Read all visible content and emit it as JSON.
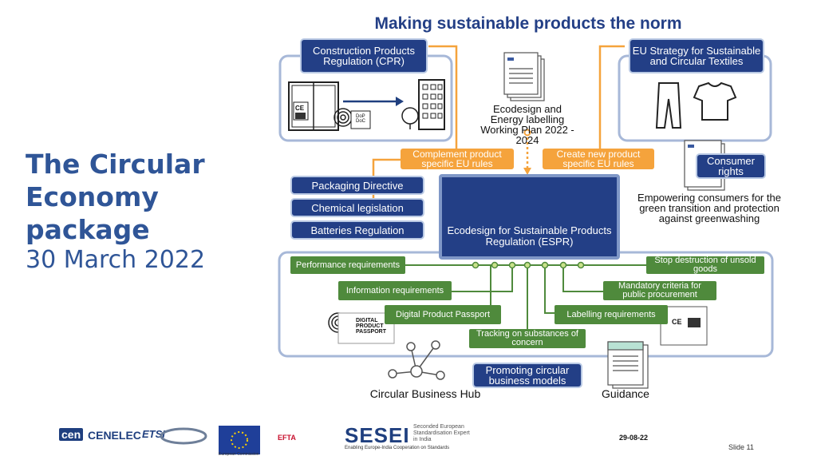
{
  "slide": {
    "title_lines": [
      "The Circular",
      "Economy",
      "package"
    ],
    "date": "30 March 2022",
    "footer_date": "29-08-22",
    "slide_number": "Slide 11"
  },
  "diagram": {
    "title": "Making sustainable products the norm",
    "cpr": "Construction Products Regulation (CPR)",
    "textiles": "EU Strategy for Sustainable and Circular Textiles",
    "working_plan": "Ecodesign and Energy labelling Working Plan 2022 - 2024",
    "complement": "Complement product specific EU rules",
    "create": "Create new product specific EU rules",
    "consumer_rights": "Consumer rights",
    "empowering": "Empowering consumers for the green transition and protection against greenwashing",
    "packaging": "Packaging Directive",
    "chemical": "Chemical legislation",
    "batteries": "Batteries Regulation",
    "espr": "Ecodesign for Sustainable Products Regulation (ESPR)",
    "performance": "Performance requirements",
    "information": "Information requirements",
    "dpp": "Digital Product Passport",
    "tracking": "Tracking on substances of concern",
    "labelling": "Labelling requirements",
    "mandatory": "Mandatory criteria for public procurement",
    "stop_destruction": "Stop destruction of unsold goods",
    "promoting": "Promoting circular business models",
    "hub": "Circular Business Hub",
    "guidance": "Guidance",
    "dop_label": "DoP DoC",
    "dpp_icon_text": "DIGITAL PRODUCT PASSPORT",
    "ce_mark": "CE"
  },
  "footer_logos": {
    "cen": "cen",
    "cenelec": "CENELEC",
    "etsi": "ETSI",
    "eu_commission": "European Commission",
    "efta": "EFTA",
    "sesei": "SESEI",
    "sesei_desc": "Seconded European Standardisation Expert in India",
    "sesei_tagline": "Enabling Europe-India Cooperation on Standards"
  }
}
